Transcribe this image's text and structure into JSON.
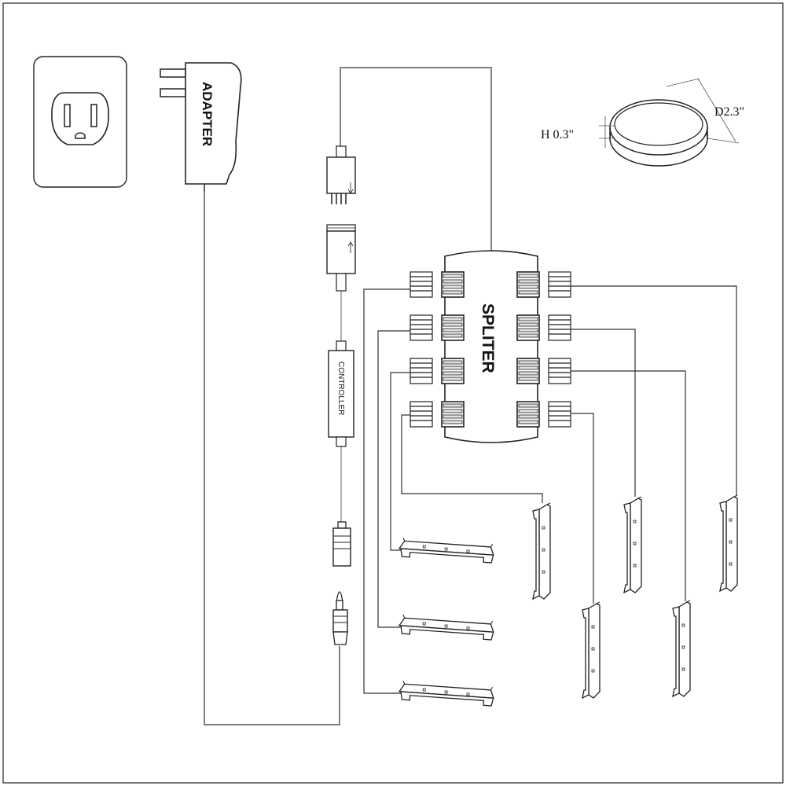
{
  "labels": {
    "adapter": "ADAPTER",
    "splitter": "SPLITER",
    "controller": "CONTROLLER",
    "height": "H 0.3\"",
    "diameter": "D2.3\""
  },
  "components": {
    "outlet": "outlet-icon",
    "adapter": "power-adapter-icon",
    "connector_male": "4-pin-male-connector-icon",
    "connector_female": "4-pin-female-connector-icon",
    "controller": "controller-box",
    "dc_female": "dc-female-plug-icon",
    "dc_male": "dc-male-plug-icon",
    "puck_light": "puck-light-icon",
    "light_bar": "led-light-bar-icon"
  }
}
